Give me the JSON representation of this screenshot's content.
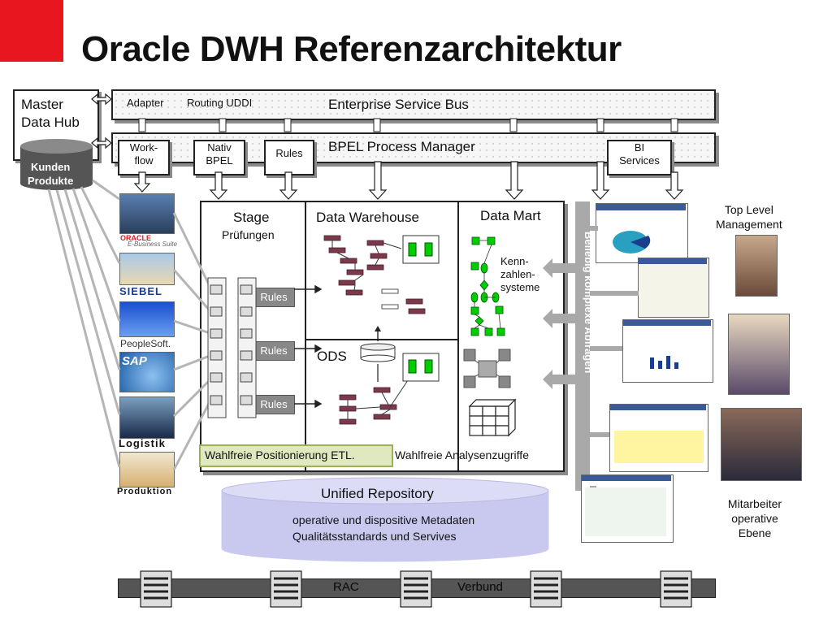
{
  "title": "Oracle DWH Referenzarchitektur",
  "master_data_hub": {
    "line1": "Master",
    "line2": "Data Hub",
    "db_line1": "Kunden",
    "db_line2": "Produkte"
  },
  "esb": {
    "label": "Enterprise Service Bus",
    "adapter": "Adapter",
    "routing": "Routing UDDI"
  },
  "bpel": {
    "label": "BPEL Process Manager",
    "workflow_1": "Work-",
    "workflow_2": "flow",
    "nativ_1": "Nativ",
    "nativ_2": "BPEL",
    "rules": "Rules",
    "bi_1": "BI",
    "bi_2": "Services"
  },
  "sources": {
    "oracle": "ORACLE",
    "oracle_sub": "E-Business Suite",
    "siebel": "SIEBEL",
    "peoplesoft": "PeopleSoft.",
    "sap": "SAP",
    "logistik": "Logistik",
    "produktion": "Produktion"
  },
  "stage": {
    "title": "Stage",
    "subtitle": "Prüfungen",
    "rules": [
      "Rules",
      "Rules",
      "Rules"
    ]
  },
  "dwh": {
    "title": "Data Warehouse",
    "ods": "ODS"
  },
  "mart": {
    "title": "Data Mart",
    "kenn_1": "Kenn-",
    "kenn_2": "zahlen-",
    "kenn_3": "systeme"
  },
  "bottom_bar": {
    "etl": "Wahlfreie Positionierung ETL.",
    "analysis": "Wahlfreie Analysenzugriffe"
  },
  "vertical_label": "Beliebig komplexe Abfragen",
  "users": {
    "top_1": "Top Level",
    "top_2": "Management",
    "staff_1": "Mitarbeiter",
    "staff_2": "operative",
    "staff_3": "Ebene"
  },
  "repository": {
    "title": "Unified Repository",
    "line1": "operative und dispositive Metadaten",
    "line2": "Qualitätsstandards und Servives"
  },
  "infra": {
    "rac": "RAC",
    "verbund": "Verbund"
  },
  "colors": {
    "accent_red": "#e8161e",
    "rules_gray": "#888888",
    "green": "#00cc00",
    "repo_blue": "#c9c9f0",
    "table_maroon": "#7a3a4a"
  }
}
